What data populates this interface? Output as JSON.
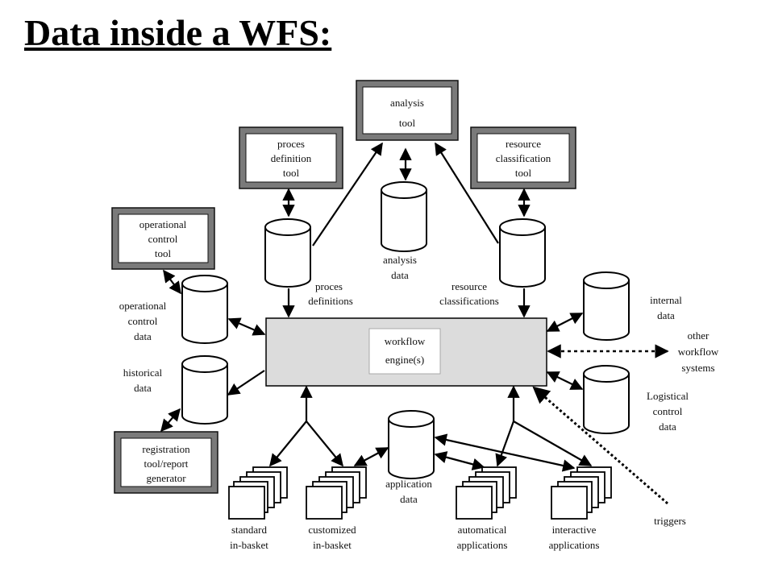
{
  "title": "Data inside a WFS:",
  "engine": {
    "lines": [
      "workflow",
      "engine(s)"
    ]
  },
  "tools": {
    "analysis": [
      "analysis",
      "tool"
    ],
    "proces_definition": [
      "proces",
      "definition",
      "tool"
    ],
    "resource_classification": [
      "resource",
      "classification",
      "tool"
    ],
    "operational_control": [
      "operational",
      "control",
      "tool"
    ],
    "registration": [
      "registration",
      "tool/report",
      "generator"
    ]
  },
  "data_labels": {
    "analysis_data": [
      "analysis",
      "data"
    ],
    "proces_definitions": [
      "proces",
      "definitions"
    ],
    "resource_classifications": [
      "resource",
      "classifications"
    ],
    "operational_control_data": [
      "operational",
      "control",
      "data"
    ],
    "historical_data": [
      "historical",
      "data"
    ],
    "internal_data": [
      "internal",
      "data"
    ],
    "logistical_control_data": [
      "Logistical",
      "control",
      "data"
    ],
    "application_data": [
      "application",
      "data"
    ],
    "other_workflow_systems": [
      "other",
      "workflow",
      "systems"
    ],
    "triggers": [
      "triggers"
    ]
  },
  "baskets": {
    "standard": [
      "standard",
      "in-basket"
    ],
    "customized": [
      "customized",
      "in-basket"
    ],
    "automatical": [
      "automatical",
      "applications"
    ],
    "interactive": [
      "interactive",
      "applications"
    ]
  }
}
